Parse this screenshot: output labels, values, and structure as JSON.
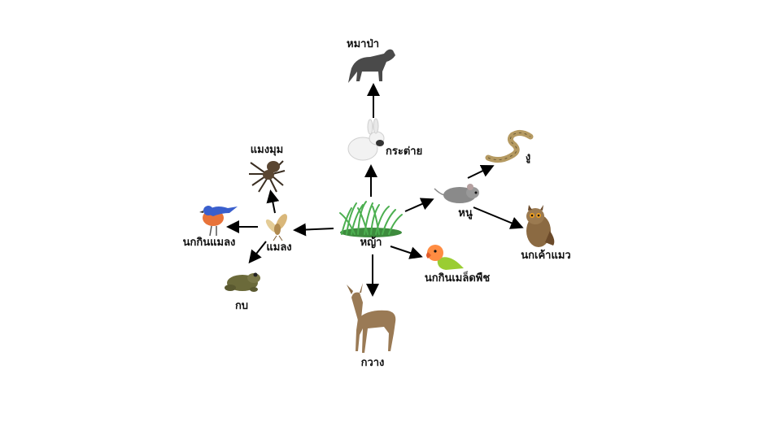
{
  "diagram": {
    "nodes": {
      "grass": "หญ้า",
      "wolf": "หมาป่า",
      "rabbit": "กระต่าย",
      "spider": "แมงมุม",
      "bird_insect": "นกกินแมลง",
      "insect": "แมลง",
      "frog": "กบ",
      "deer": "กวาง",
      "mouse": "หนู",
      "snake": "งู",
      "owl": "นกเค้าแมว",
      "seed_bird": "นกกินเมล็ดพืช"
    },
    "colors": {
      "arrow": "#000000",
      "grass": "#4caf50",
      "rabbit": "#f2f2f2",
      "wolf": "#4a4a4a",
      "spider": "#5a4632",
      "bird_insect": "#3a5fcd",
      "bird_breast": "#e8733a",
      "insect": "#d9b77a",
      "frog": "#6b6a3a",
      "deer": "#9a7a55",
      "mouse": "#8a8a8a",
      "snake": "#b59a62",
      "owl": "#8b6a42",
      "seed_bird": "#9acd32",
      "seed_bird_face": "#ff8c42"
    }
  }
}
